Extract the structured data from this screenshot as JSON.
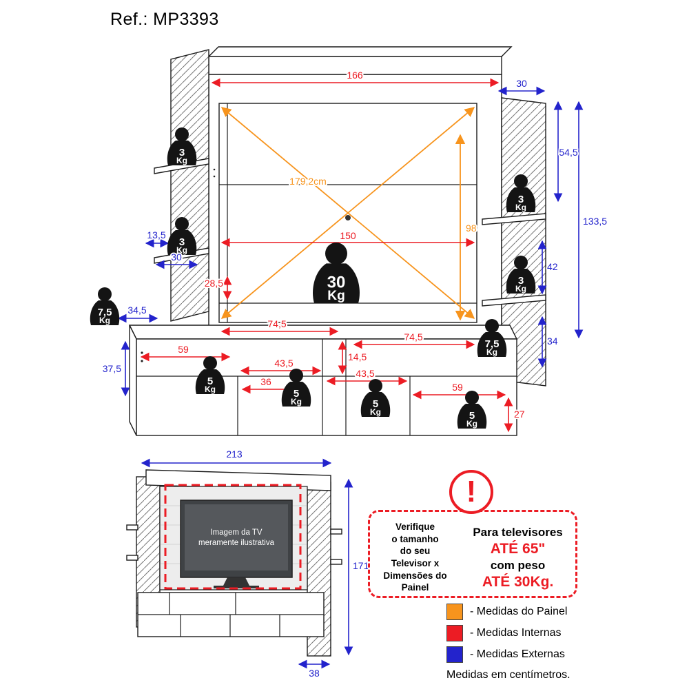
{
  "title": "Ref.: MP3393",
  "colors": {
    "panel_orange": "#F7941D",
    "internal_red": "#EC1C24",
    "external_blue": "#2323CC"
  },
  "main": {
    "dims": {
      "top_width": "166",
      "top_depth": "30",
      "diagonal": "179,2cm",
      "inner_width": "150",
      "panel_height": "98",
      "right_upper": "54,5",
      "right_total": "133,5",
      "right_mid": "42",
      "right_lower": "34",
      "shelf_depth": "13,5",
      "left_depth": "30",
      "inner_gap": "28,5",
      "base_left_depth": "34,5",
      "top_shelf_left": "74,5",
      "top_shelf_right": "74,5",
      "center_gap": "14,5",
      "cubby_outer_left": "59",
      "cubby_mid_left": "43,5",
      "cubby_floor": "36",
      "cubby_mid_right": "43,5",
      "cubby_outer_right": "59",
      "bench_height": "37,5",
      "cubby_height": "27"
    },
    "weights": {
      "shelf": {
        "value": "3",
        "unit": "Kg"
      },
      "panel": {
        "value": "30",
        "unit": "Kg"
      },
      "bench_top": {
        "value": "7,5",
        "unit": "Kg"
      },
      "cubby": {
        "value": "5",
        "unit": "Kg"
      }
    }
  },
  "thumbnail": {
    "width": "213",
    "height": "171",
    "depth": "38",
    "tv_caption_line1": "Imagem da TV",
    "tv_caption_line2": "meramente ilustrativa"
  },
  "warning": {
    "icon": "!",
    "left_lines": [
      "Verifique",
      "o tamanho",
      "do seu",
      "Televisor x",
      "Dimensões do Painel"
    ],
    "right_line1": "Para televisores",
    "right_line2": "ATÉ 65\"",
    "right_line3": "com peso",
    "right_line4": "ATÉ 30Kg."
  },
  "legend": {
    "items": [
      {
        "color": "#F7941D",
        "label": "- Medidas do Painel"
      },
      {
        "color": "#EC1C24",
        "label": "- Medidas Internas"
      },
      {
        "color": "#2323CC",
        "label": "- Medidas Externas"
      }
    ],
    "note": "Medidas em centímetros."
  }
}
